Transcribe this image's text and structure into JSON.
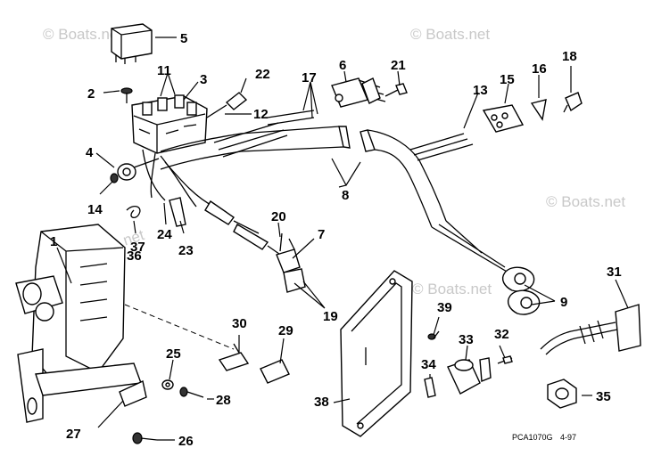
{
  "watermarks": [
    {
      "text": "© Boats.net"
    },
    {
      "text": "© Boats.net"
    },
    {
      "text": "© Boats.net"
    },
    {
      "text": "© Boats.net"
    },
    {
      "text": "© Boats.net"
    }
  ],
  "callouts": [
    "1",
    "2",
    "3",
    "4",
    "5",
    "6",
    "7",
    "8",
    "9",
    "11",
    "12",
    "13",
    "14",
    "15",
    "16",
    "17",
    "18",
    "19",
    "20",
    "21",
    "22",
    "23",
    "24",
    "25",
    "26",
    "27",
    "28",
    "29",
    "30",
    "31",
    "32",
    "33",
    "34",
    "35",
    "36",
    "37",
    "38",
    "39"
  ],
  "footer": {
    "part_code": "PCA1070G",
    "date": "4-97"
  }
}
